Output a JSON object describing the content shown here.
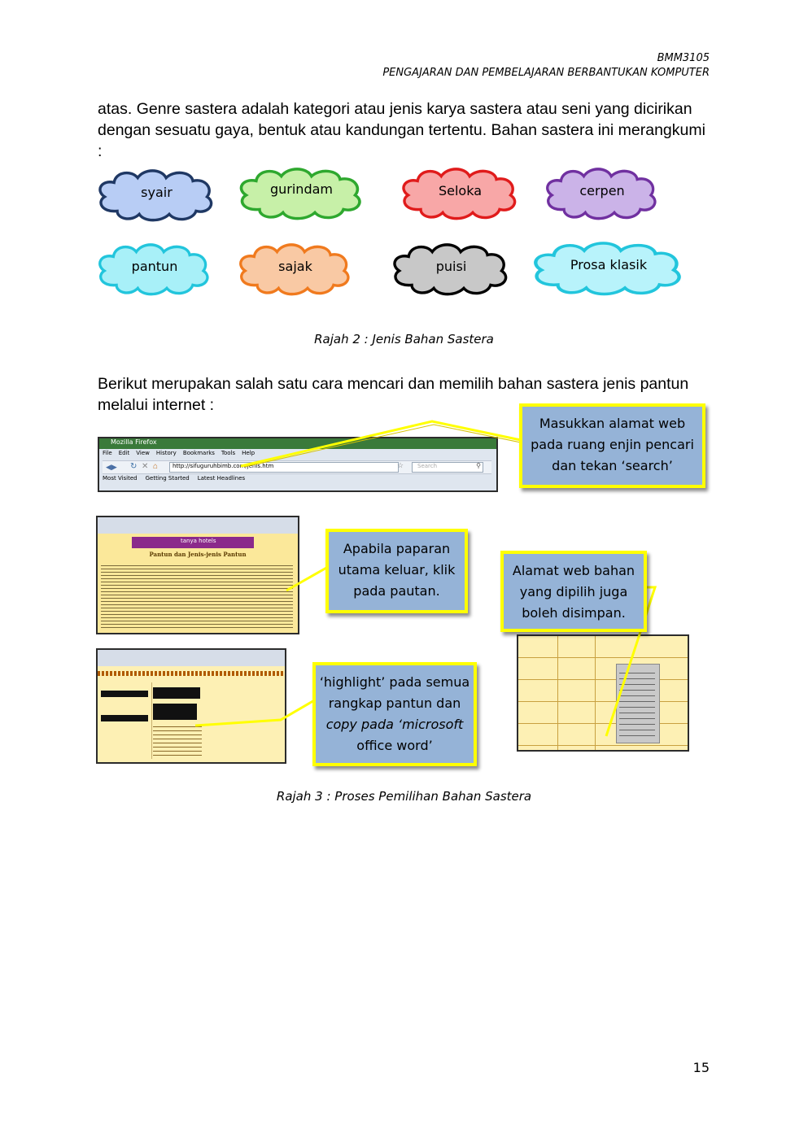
{
  "header": {
    "code": "BMM3105",
    "course": "PENGAJARAN DAN PEMBELAJARAN BERBANTUKAN KOMPUTER"
  },
  "paragraph1": "atas. Genre sastera adalah kategori atau jenis karya sastera atau seni yang dicirikan dengan sesuatu gaya, bentuk atau kandungan tertentu. Bahan sastera ini merangkumi :",
  "clouds": [
    {
      "label": "syair",
      "fill": "#b8cdf5",
      "stroke": "#1f3864"
    },
    {
      "label": "gurindam",
      "fill": "#c7f0a8",
      "stroke": "#2ea82e"
    },
    {
      "label": "Seloka",
      "fill": "#f8a7a7",
      "stroke": "#e01b1b"
    },
    {
      "label": "cerpen",
      "fill": "#cbb3e8",
      "stroke": "#7030a0"
    },
    {
      "label": "pantun",
      "fill": "#a8f0f8",
      "stroke": "#22c5dc"
    },
    {
      "label": "sajak",
      "fill": "#f9c9a4",
      "stroke": "#f07a1e"
    },
    {
      "label": "puisi",
      "fill": "#c8c8c8",
      "stroke": "#000000"
    },
    {
      "label": "Prosa klasik",
      "fill": "#b8f3fb",
      "stroke": "#22c5dc"
    }
  ],
  "caption1": "Rajah 2 : Jenis Bahan Sastera",
  "paragraph2": "Berikut merupakan salah satu cara mencari dan memilih bahan sastera jenis pantun melalui internet :",
  "browser": {
    "title": "Mozilla Firefox",
    "menu": [
      "File",
      "Edit",
      "View",
      "History",
      "Bookmarks",
      "Tools",
      "Help"
    ],
    "url": "http://sifuguruhbimb.com/jenis.htm",
    "search_placeholder": "Search",
    "bookmarks": [
      "Most Visited",
      "Getting Started",
      "Latest Headlines"
    ]
  },
  "webpage": {
    "banner_text": "tanya hotels",
    "heading": "Pantun dan Jenis-jenis Pantun"
  },
  "callouts": [
    {
      "lines": [
        "Masukkan alamat web",
        "pada ruang enjin pencari",
        "dan tekan ‘search’"
      ]
    },
    {
      "lines": [
        "Apabila paparan",
        "utama keluar, klik",
        "pada pautan."
      ]
    },
    {
      "lines": [
        "Alamat web bahan",
        "yang dipilih juga",
        "boleh disimpan."
      ]
    },
    {
      "lines": [
        "‘highlight’ pada semua",
        "rangkap pantun dan",
        "copy pada ‘microsoft",
        "office word’"
      ]
    }
  ],
  "caption2": "Rajah 3 : Proses Pemilihan Bahan Sastera",
  "page_number": "15"
}
